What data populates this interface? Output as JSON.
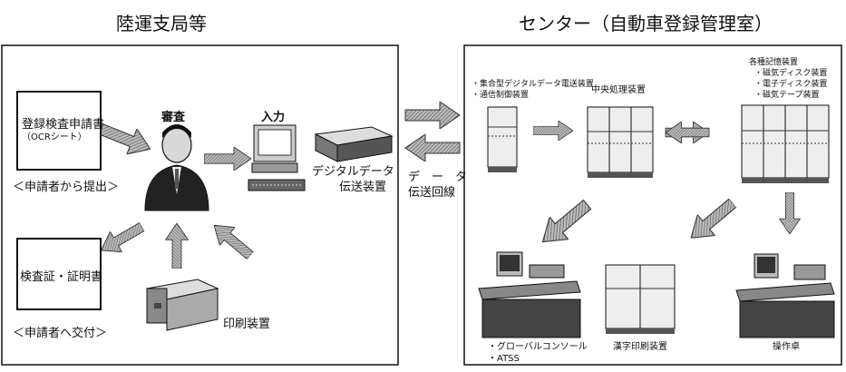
{
  "left_panel": {
    "title": "陸運支局等",
    "application_form": {
      "line1": "登録検査申請書",
      "line2": "（OCRシート）"
    },
    "submit_note": "＜申請者から提出＞",
    "review_label": "審査",
    "input_label": "入力",
    "transmitter_label": {
      "line1": "デジタルデータ",
      "line2": "伝送装置"
    },
    "certificate_box": "検査証・証明書",
    "deliver_note": "＜申請者へ交付＞",
    "printer_label": "印刷装置"
  },
  "link_label": {
    "line1": "デ　ー　タ",
    "line2": "伝送回線"
  },
  "right_panel": {
    "title": "センター（自動車登録管理室）",
    "comm_devices": [
      "・集合型デジタルデータ電送装置",
      "・通信制御装置"
    ],
    "cpu_label": "中央処理装置",
    "storage_title": "各種記憶装置",
    "storage_items": [
      "・磁気ディスク装置",
      "・電子ディスク装置",
      "・磁気テープ装置"
    ],
    "console_labels": [
      "・グローバルコンソール",
      "・ATSS"
    ],
    "kanji_printer_label": "漢字印刷装置",
    "operator_desk_label": "操作卓"
  }
}
